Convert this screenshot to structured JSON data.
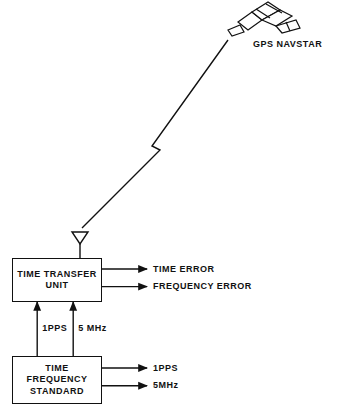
{
  "diagram": {
    "nodes": [
      {
        "text": [
          "TIME TRANSFER UNIT"
        ]
      },
      {
        "text": [
          "TIME FREQUENCY STANDARD"
        ]
      }
    ],
    "edges": [
      {
        "from": 1,
        "to": 0,
        "arrow": "to",
        "label": "1PPS"
      },
      {
        "from": 1,
        "to": 0,
        "arrow": "to",
        "label": "5 MHz"
      }
    ],
    "labels": [
      "GPS NAVSTAR",
      "TIME ERROR",
      "FREQUENCY ERROR",
      "1PPS",
      "5MHz"
    ]
  }
}
